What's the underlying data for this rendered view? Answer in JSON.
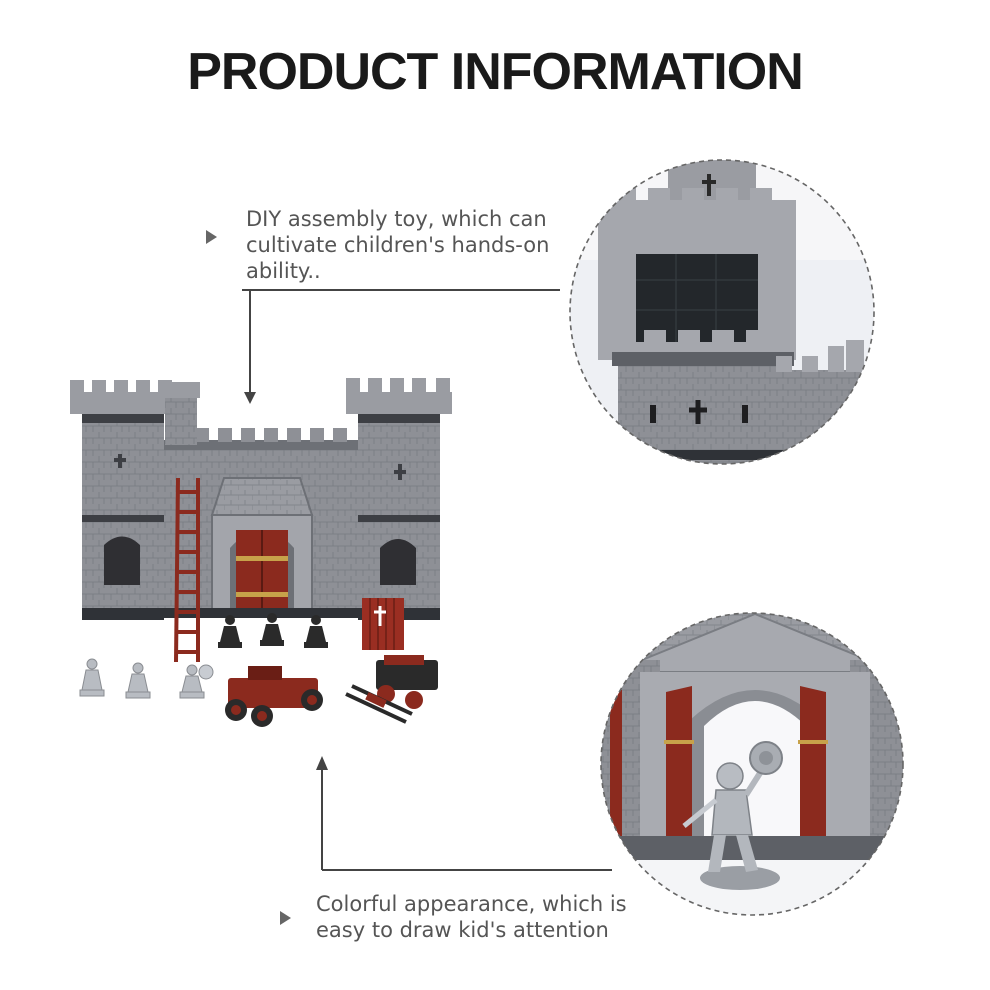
{
  "header": {
    "title": "PRODUCT INFORMATION"
  },
  "callouts": [
    {
      "lines": [
        "DIY assembly toy, which can",
        "cultivate children's hands-on",
        "ability.."
      ]
    },
    {
      "lines": [
        "Colorful appearance, which is",
        "easy to draw kid's attention"
      ]
    }
  ],
  "icons": {
    "bullet": "triangle-right-icon",
    "castle": "castle-photo",
    "tower": "tower-detail-photo",
    "gate": "gate-detail-photo"
  },
  "colors": {
    "title": "#1a1a1a",
    "text": "#555555",
    "line": "#444444",
    "stone": "#8e9096",
    "stone_dark": "#5d6066",
    "wood_red": "#8b2a1e",
    "knight_silver": "#b8bcc2",
    "soldier_black": "#2a2a2a"
  }
}
